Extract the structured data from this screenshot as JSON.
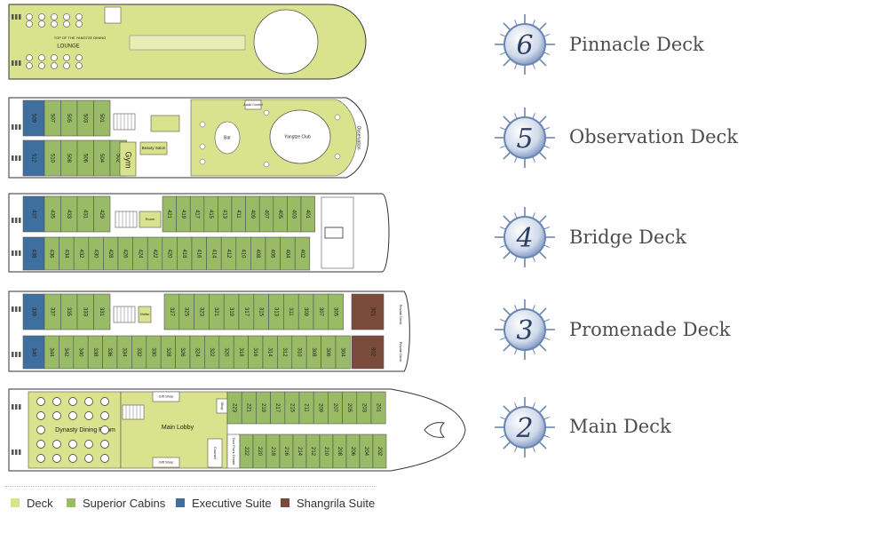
{
  "colors": {
    "deck": "#d9e28d",
    "superior": "#99bb66",
    "executive": "#3f6f9f",
    "shangrila": "#7a4a3a",
    "outline": "#333333",
    "badge_ring": "#6b86b3",
    "badge_text": "#2d3f63"
  },
  "decks": [
    {
      "number": "6",
      "name": "Pinnacle Deck"
    },
    {
      "number": "5",
      "name": "Observation Deck"
    },
    {
      "number": "4",
      "name": "Bridge Deck"
    },
    {
      "number": "3",
      "name": "Promenade Deck"
    },
    {
      "number": "2",
      "name": "Main Deck"
    }
  ],
  "legend": [
    {
      "label": "Deck",
      "color": "#d9e28d"
    },
    {
      "label": "Superior Cabins",
      "color": "#99bb66"
    },
    {
      "label": "Executive Suite",
      "color": "#3f6f9f"
    },
    {
      "label": "Shangrila Suite",
      "color": "#7a4a3a"
    }
  ],
  "plan": {
    "pinnacle": {
      "lounge": "LOUNGE",
      "top_caption": "TOP OF THE YANGTZE DINING"
    },
    "observation": {
      "exec_top": [
        "509"
      ],
      "exec_bottom": [
        "512"
      ],
      "top": [
        "507",
        "505",
        "503",
        "501"
      ],
      "bottom": [
        "510",
        "508",
        "506",
        "504",
        "502"
      ],
      "gym": "Gym",
      "bar": "Bar",
      "club": "Yangtze Club",
      "observation": "Observation",
      "audio": "Audio Control",
      "beauty": "Beauty Salon"
    },
    "bridge": {
      "exec_top": [
        "437"
      ],
      "exec_bottom": [
        "438"
      ],
      "top_left": [
        "435",
        "433",
        "431",
        "429"
      ],
      "top_right": [
        "421",
        "419",
        "417",
        "415",
        "413",
        "411",
        "409",
        "407",
        "405",
        "403",
        "401"
      ],
      "bottom": [
        "436",
        "434",
        "432",
        "430",
        "428",
        "426",
        "424",
        "422",
        "420",
        "418",
        "416",
        "414",
        "412",
        "410",
        "408",
        "406",
        "404",
        "402"
      ],
      "room": "Room"
    },
    "promenade": {
      "exec_top": [
        "339"
      ],
      "exec_bottom": [
        "340"
      ],
      "top_left": [
        "337",
        "335",
        "333",
        "331"
      ],
      "top_right": [
        "327",
        "325",
        "323",
        "321",
        "319",
        "317",
        "315",
        "313",
        "311",
        "309",
        "307",
        "305"
      ],
      "bottom": [
        "344",
        "342",
        "340",
        "338",
        "336",
        "334",
        "332",
        "330",
        "328",
        "326",
        "324",
        "322",
        "320",
        "318",
        "316",
        "314",
        "312",
        "310",
        "308",
        "306",
        "304"
      ],
      "shangrila_top": "301",
      "shangrila_bottom": "302",
      "shelter": "Shelter",
      "private_deck": "Private Deck"
    },
    "main": {
      "top": [
        "223",
        "221",
        "219",
        "217",
        "215",
        "211",
        "209",
        "207",
        "205",
        "203",
        "201"
      ],
      "bottom": [
        "222",
        "220",
        "218",
        "216",
        "214",
        "212",
        "210",
        "208",
        "206",
        "204",
        "202"
      ],
      "dining": "Dynasty Dining Room",
      "lobby": "Main Lobby",
      "gift1": "Gift Shop",
      "gift2": "Gift Shop",
      "tour": "Tour Front Center",
      "counter": "Counter",
      "shop": "Shop"
    }
  }
}
